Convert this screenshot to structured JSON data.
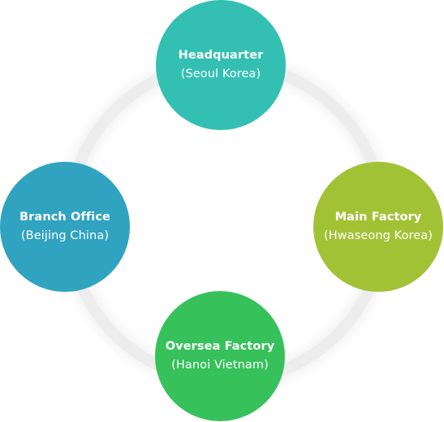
{
  "nodes": {
    "headquarter": {
      "name": "Headquarter",
      "location": "(Seoul Korea)",
      "color": "#33c0b3"
    },
    "branch_office": {
      "name": "Branch Office",
      "location": "(Beijing China)",
      "color": "#30a3c1"
    },
    "main_factory": {
      "name": "Main Factory",
      "location": "(Hwaseong Korea)",
      "color": "#a2c236"
    },
    "oversea_factory": {
      "name": "Oversea Factory",
      "location": "(Hanoi Vietnam)",
      "color": "#36c15b"
    }
  },
  "ring_color": "#ededed"
}
